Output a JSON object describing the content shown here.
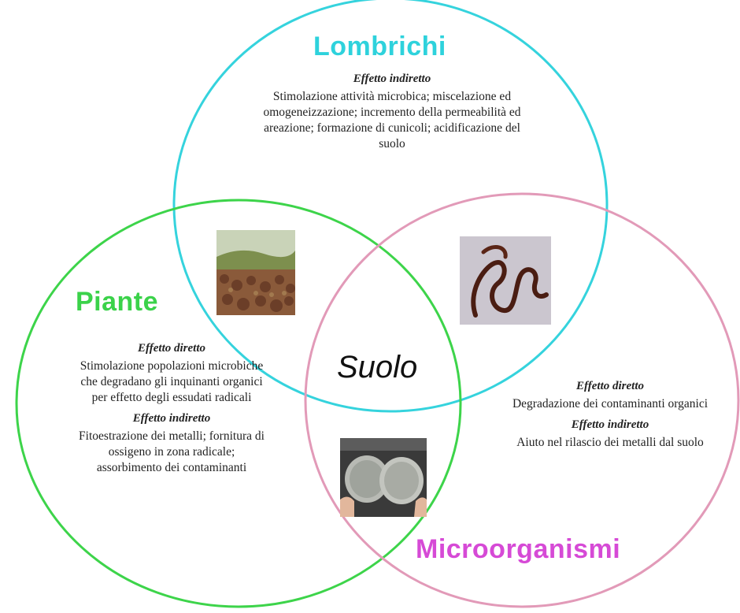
{
  "diagram": {
    "center": "Suolo",
    "lombrichi": {
      "title": "Lombrichi",
      "color": "#2ed2dc",
      "effect1_head": "Effetto indiretto",
      "effect1_text": "Stimolazione attività microbica; miscelazione ed omogeneizzazione; incremento della permeabilità ed areazione; formazione di cunicoli; acidificazione del suolo"
    },
    "piante": {
      "title": "Piante",
      "color": "#3bd24a",
      "effect1_head": "Effetto diretto",
      "effect1_text": "Stimolazione popolazioni microbiche che degradano gli inquinanti organici per effetto degli essudati radicali",
      "effect2_head": "Effetto indiretto",
      "effect2_text": "Fitoestrazione dei metalli; fornitura di ossigeno in zona radicale; assorbimento dei contaminanti"
    },
    "microorganismi": {
      "title": "Microorganismi",
      "color": "#d64ad6",
      "effect1_head": "Effetto diretto",
      "effect1_text": "Degradazione dei contaminanti organici",
      "effect2_head": "Effetto indiretto",
      "effect2_text": "Aiuto nel rilascio dei metalli dal suolo"
    },
    "images": {
      "plants": "plants-field-photo",
      "worm": "earthworm-photo",
      "microbes": "petri-dish-photo"
    }
  }
}
